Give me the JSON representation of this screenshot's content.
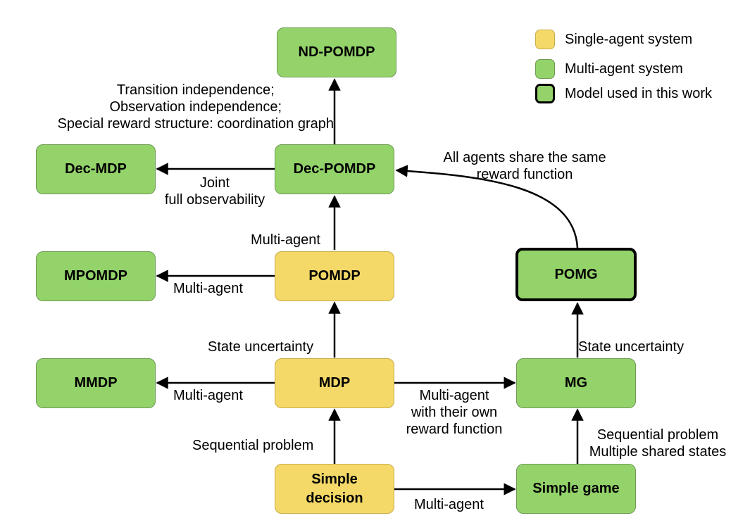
{
  "nodes": {
    "nd_pomdp": "ND-POMDP",
    "dec_mdp": "Dec-MDP",
    "dec_pomdp": "Dec-POMDP",
    "mpomdp": "MPOMDP",
    "pomdp": "POMDP",
    "pomg": "POMG",
    "mmdp": "MMDP",
    "mdp": "MDP",
    "mg": "MG",
    "simple_decision": "Simple decision",
    "simple_game": "Simple game"
  },
  "edges": {
    "nd_pomdp_conditions": [
      "Transition independence;",
      "Observation independence;",
      "Special reward structure: coordination graph"
    ],
    "joint_full_obs": [
      "Joint",
      "full observability"
    ],
    "shared_reward": [
      "All agents share the same",
      "reward function"
    ],
    "dec_pomdp_multi_agent": "Multi-agent",
    "mpomdp_multi_agent": "Multi-agent",
    "pomdp_state_uncertainty": "State uncertainty",
    "pomg_state_uncertainty": "State uncertainty",
    "mmdp_multi_agent": "Multi-agent",
    "mg_own_reward": [
      "Multi-agent",
      "with their own",
      "reward function"
    ],
    "mdp_sequential": "Sequential problem",
    "mg_sequential": [
      "Sequential problem",
      "Multiple shared states"
    ],
    "simple_game_multi_agent": "Multi-agent"
  },
  "legend": {
    "single_agent": "Single-agent system",
    "multi_agent": "Multi-agent system",
    "model_used": "Model used in this work"
  },
  "colors": {
    "single_agent": "#f4d968",
    "multi_agent": "#93d36a",
    "model_border": "#000000"
  }
}
